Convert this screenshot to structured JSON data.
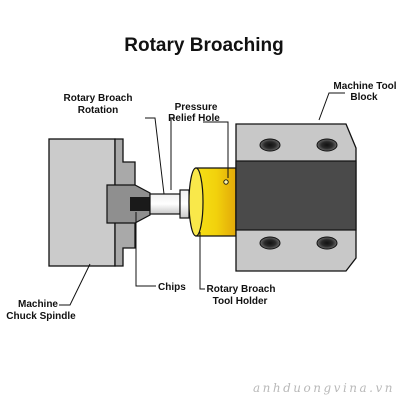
{
  "title": "Rotary Broaching",
  "labels": {
    "machine_tool_block_1": "Machine Tool",
    "machine_tool_block_2": "Block",
    "rotary_broach_rotation_1": "Rotary Broach",
    "rotary_broach_rotation_2": "Rotation",
    "pressure_relief_hole_1": "Pressure",
    "pressure_relief_hole_2": "Relief Hole",
    "chips": "Chips",
    "tool_holder_1": "Rotary Broach",
    "tool_holder_2": "Tool Holder",
    "chuck_spindle_1": "Machine",
    "chuck_spindle_2": "Chuck Spindle"
  },
  "watermark": "anhduongvina.vn",
  "colors": {
    "tool_holder": "#f2d20c",
    "block_dark": "#4a4a4a",
    "block_light": "#c8c8c8",
    "chuck": "#c9c9c9"
  }
}
